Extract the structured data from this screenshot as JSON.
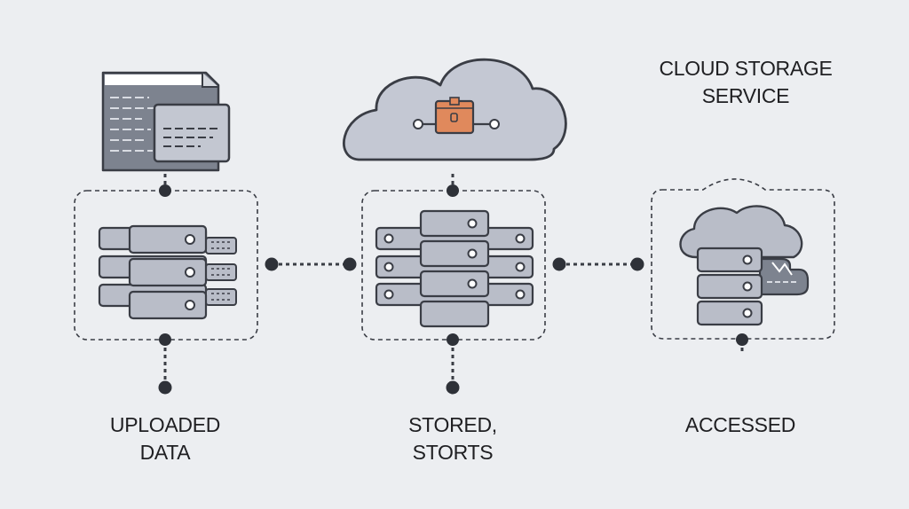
{
  "title": {
    "line1": "CLOUD STORAGE",
    "line2": "SERVICE"
  },
  "stages": [
    {
      "line1": "UPLOADED",
      "line2": "DATA"
    },
    {
      "line1": "STORED,",
      "line2": "STORTS"
    },
    {
      "line1": "ACCESSED",
      "line2": ""
    }
  ],
  "colors": {
    "background": "#eceef1",
    "outline": "#3a3d45",
    "server_fill": "#b9bdc8",
    "cloud_fill": "#c4c8d3",
    "document_fill": "#7d838f",
    "accent_box": "#e0895c"
  },
  "icons": [
    "document-icon",
    "cloud-icon",
    "package-icon",
    "server-stack-icon",
    "cloud-server-icon"
  ]
}
